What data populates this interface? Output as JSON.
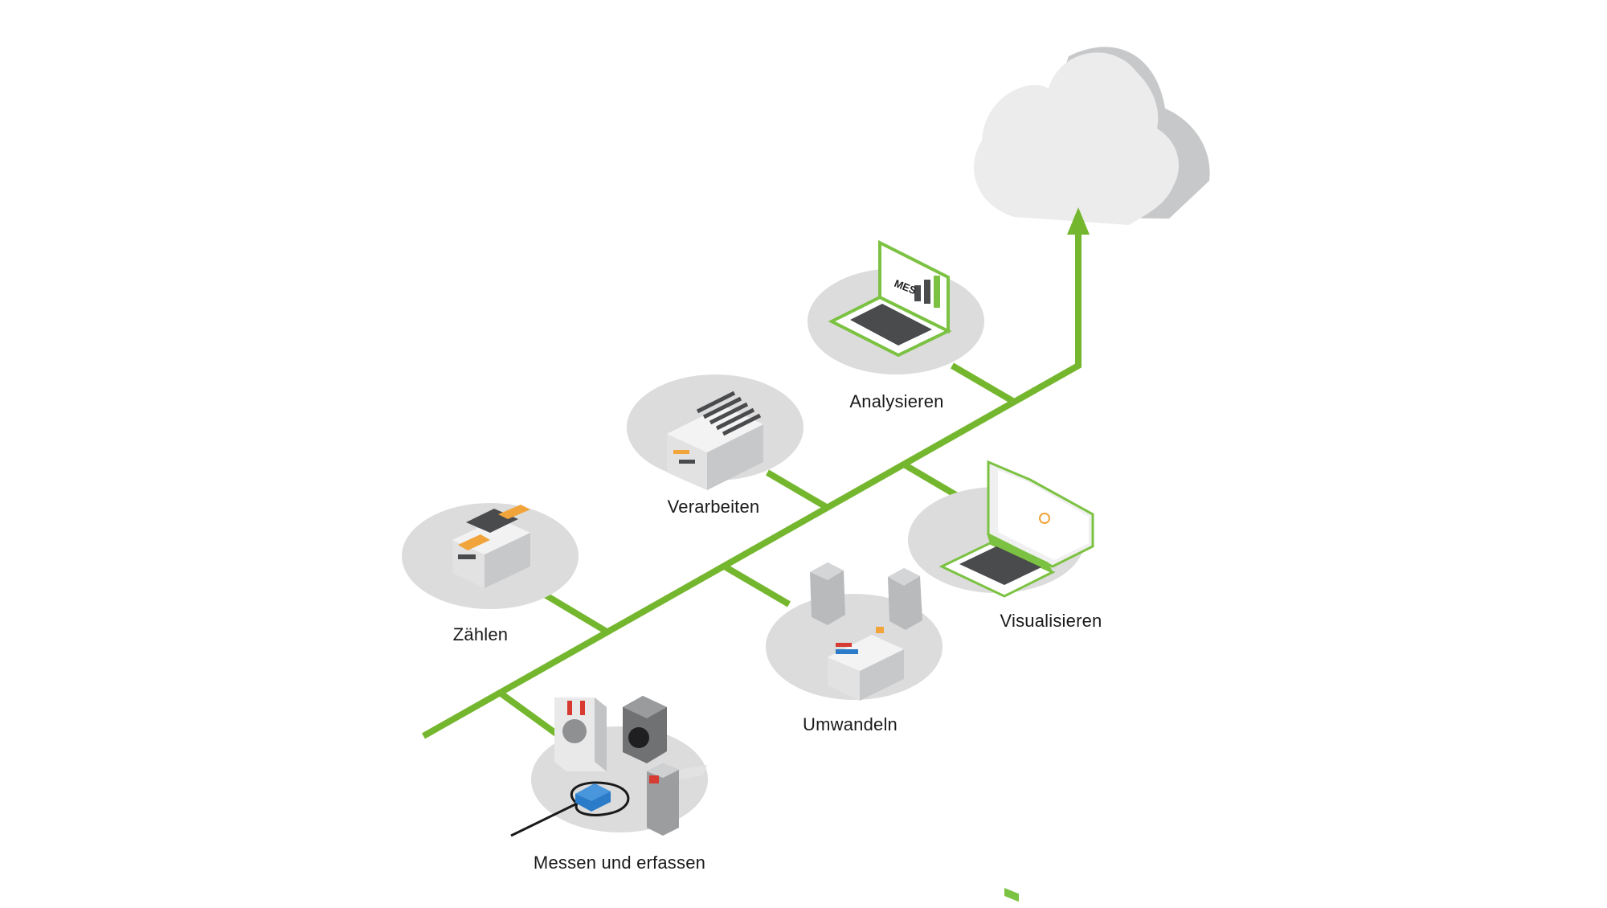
{
  "colors": {
    "line": "#74b72e",
    "disc": "#dcdcdd",
    "cloud_front": "#ececec",
    "cloud_side": "#c7c8ca",
    "device_light": "#e2e2e3",
    "device_mid": "#b9babb",
    "device_dark": "#4a4b4d",
    "accent_orange": "#f0a43a",
    "accent_red": "#d63a30",
    "accent_blue": "#2a7bc8",
    "laptop_green": "#7cc242"
  },
  "stages": {
    "messen": {
      "label": "Messen und erfassen",
      "icon": "current-sensors-icon"
    },
    "zaehlen": {
      "label": "Zählen",
      "icon": "energy-meter-icon"
    },
    "umwandeln": {
      "label": "Umwandeln",
      "icon": "signal-converter-icon"
    },
    "verarbeiten": {
      "label": "Verarbeiten",
      "icon": "controller-icon"
    },
    "visualisieren": {
      "label": "Visualisieren",
      "icon": "dashboard-laptop-icon"
    },
    "analysieren": {
      "label": "Analysieren",
      "icon": "mes-laptop-icon"
    }
  },
  "laptop_mes_text": "MES",
  "cloud": {
    "icon": "cloud-icon"
  }
}
